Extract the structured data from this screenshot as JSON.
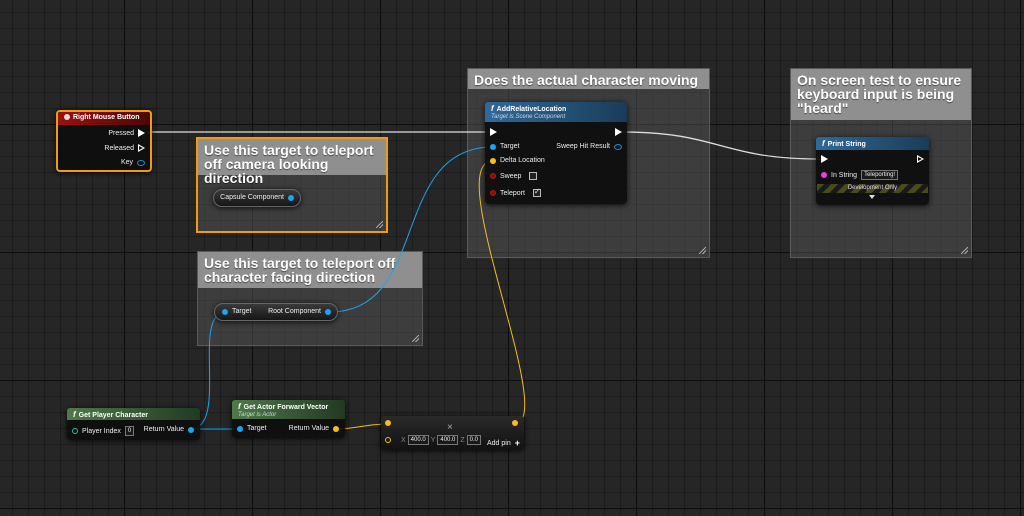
{
  "comments": [
    {
      "id": "c1",
      "title": "Does the actual character moving"
    },
    {
      "id": "c2",
      "title": "On screen test to ensure keyboard input is being \"heard\""
    },
    {
      "id": "c3",
      "title": "Use this target to teleport off camera looking direction"
    },
    {
      "id": "c4",
      "title": "Use this target to teleport off character facing direction"
    }
  ],
  "right_mouse_button": {
    "title": "Right Mouse Button",
    "pins": [
      "Pressed",
      "Released",
      "Key"
    ]
  },
  "add_relative_location": {
    "title": "AddRelativeLocation",
    "subtitle": "Target is Scene Component",
    "target": "Target",
    "delta": "Delta Location",
    "sweep": "Sweep",
    "teleport": "Teleport",
    "sweep_hit": "Sweep Hit Result"
  },
  "print_string": {
    "title": "Print String",
    "in_string_label": "In String",
    "in_string_value": "Teleporting!",
    "dev_only": "Development Only"
  },
  "capsule_component": {
    "label": "Capsule Component"
  },
  "root_component": {
    "target": "Target",
    "label": "Root Component"
  },
  "get_player_character": {
    "title": "Get Player Character",
    "player_index_label": "Player Index",
    "player_index_value": "0",
    "return_value": "Return Value"
  },
  "get_actor_forward_vector": {
    "title": "Get Actor Forward Vector",
    "subtitle": "Target is Actor",
    "target": "Target",
    "return_value": "Return Value"
  },
  "multiply_node": {
    "op": "×",
    "x_label": "X",
    "x": "400.0",
    "y_label": "Y",
    "y": "400.0",
    "z_label": "Z",
    "z": "0.0",
    "add_pin": "Add pin",
    "plus": "+"
  },
  "colors": {
    "exec": "#ffffff",
    "object": "#16a7f3",
    "vector": "#f6be1b",
    "bool": "#8a0e0e",
    "string": "#f33ae0",
    "selection": "#f59a10"
  }
}
